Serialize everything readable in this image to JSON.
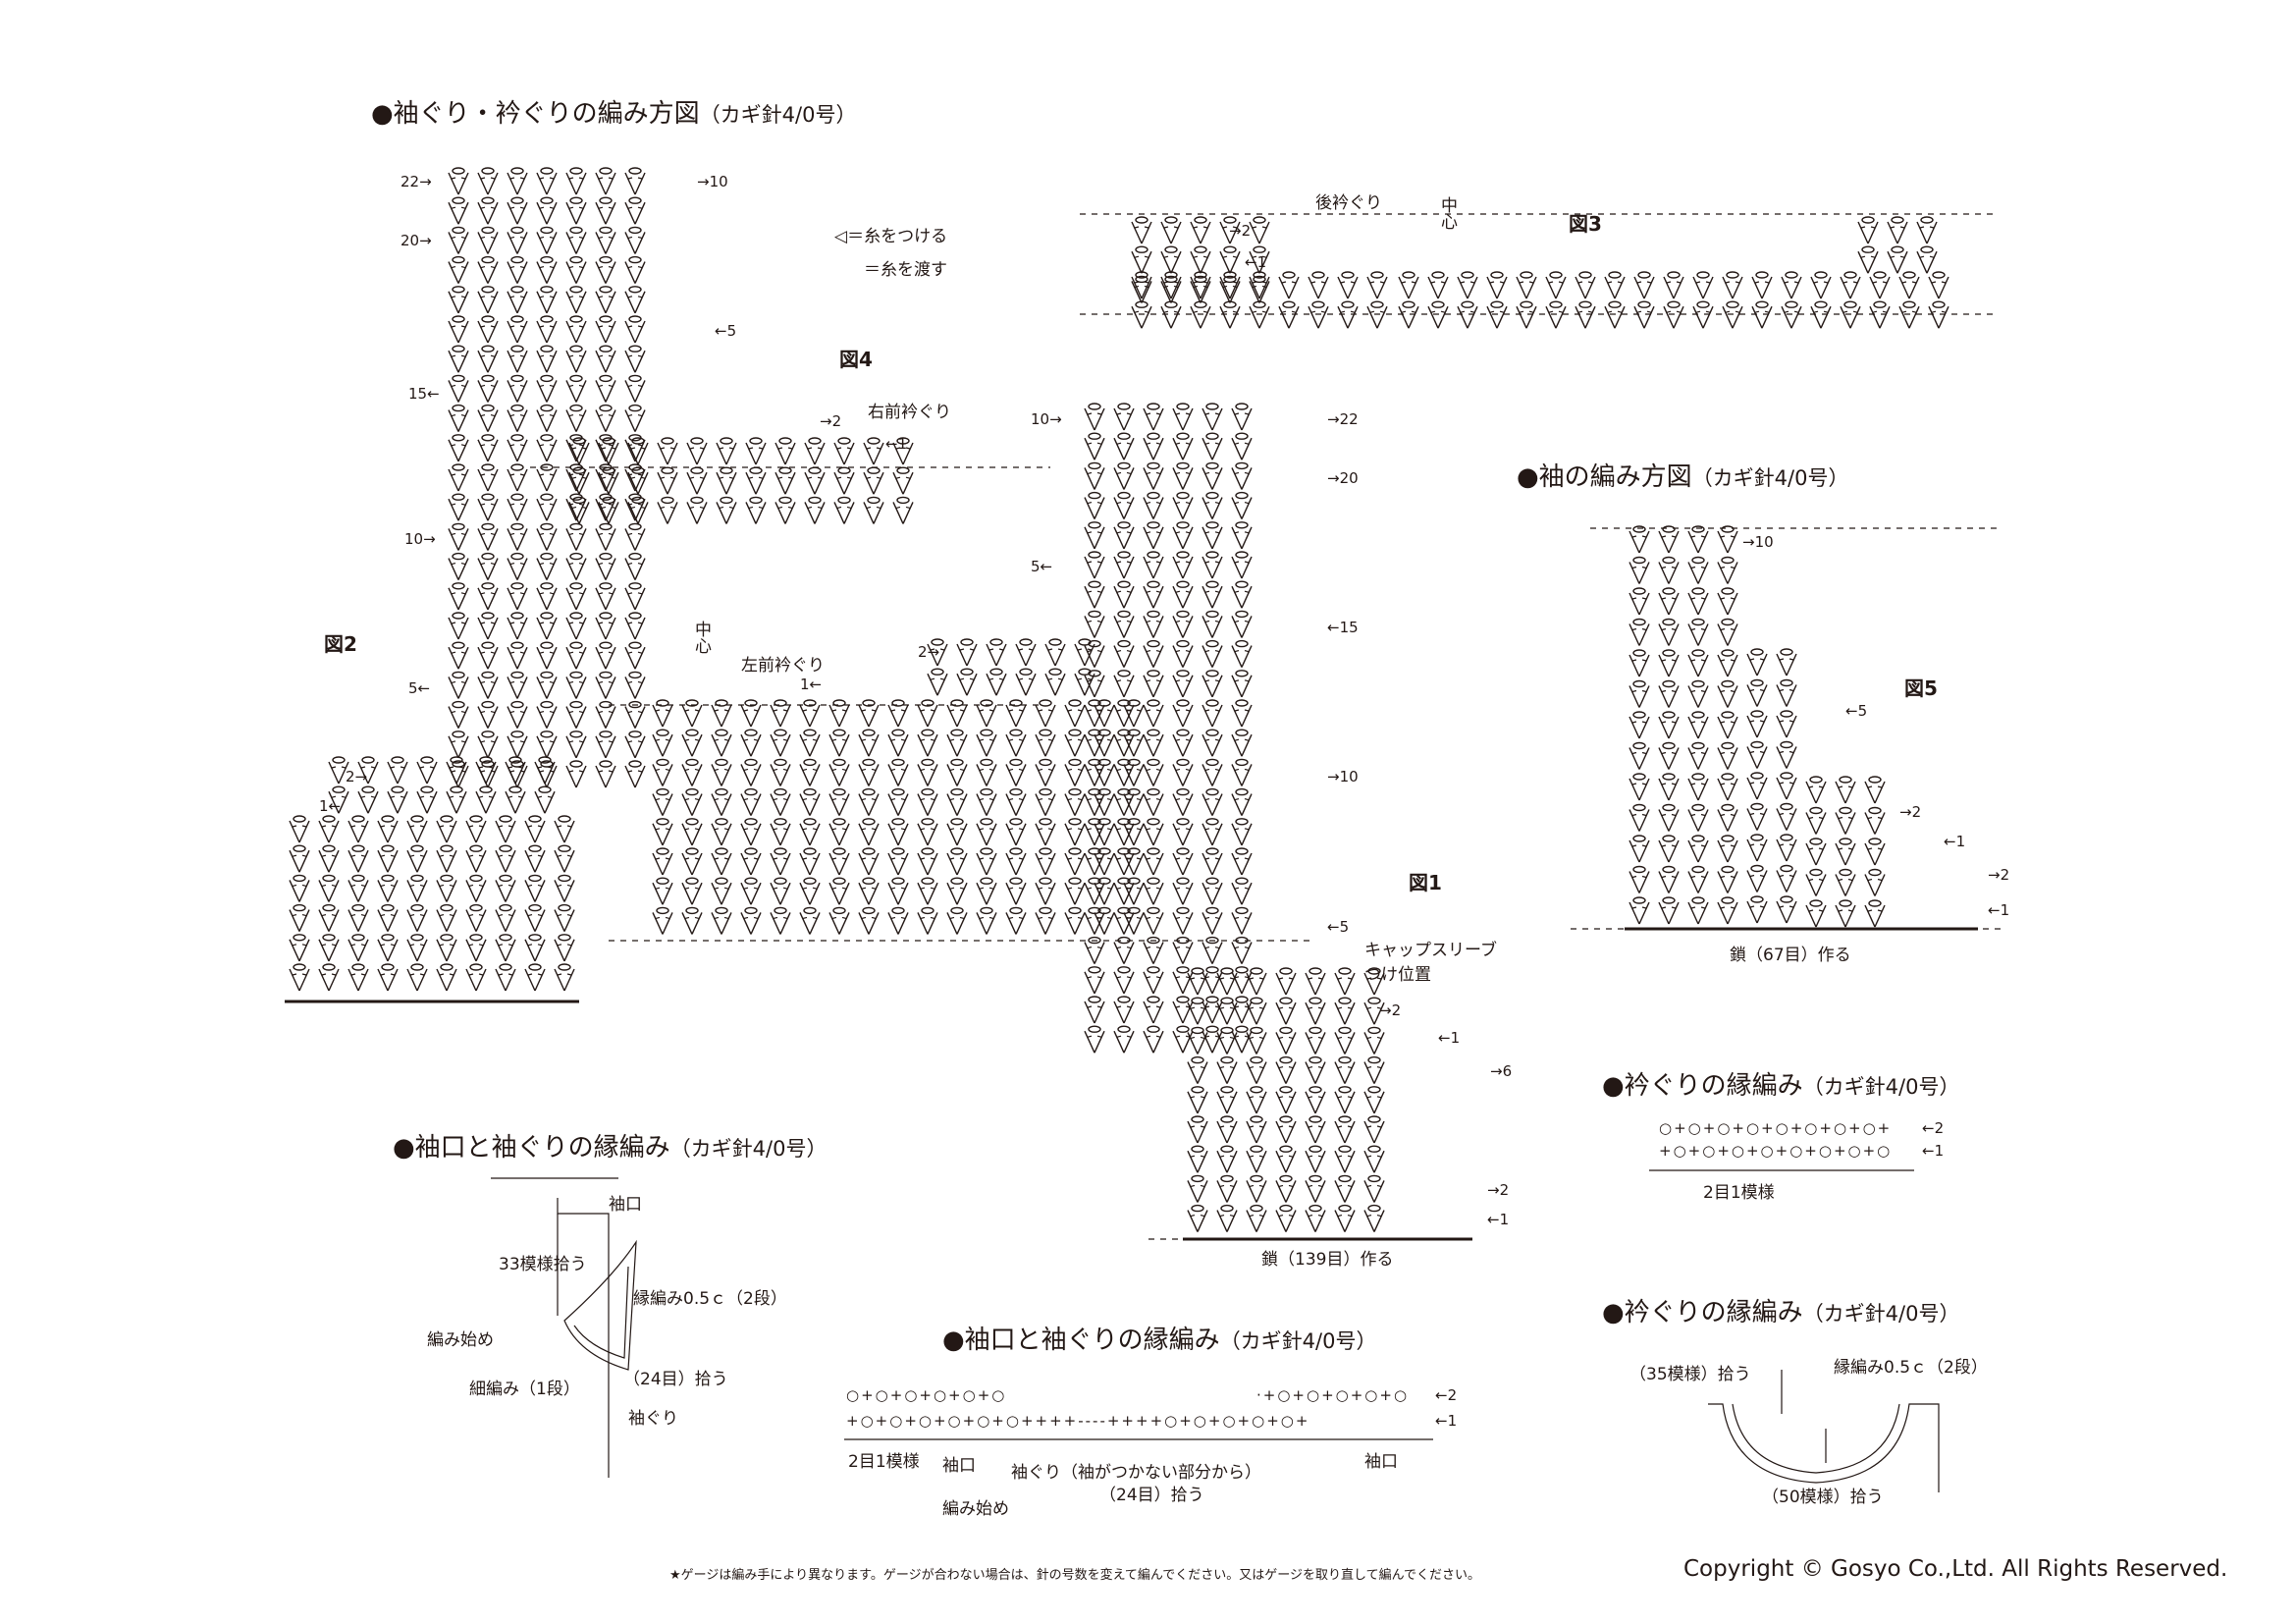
{
  "titles": {
    "armhole_neck": {
      "main": "●袖ぐり・衿ぐりの編み方図",
      "sub": "（カギ針4/0号）"
    },
    "sleeve": {
      "main": "●袖の編み方図",
      "sub": "（カギ針4/0号）"
    },
    "cuff_edging_1": {
      "main": "●袖口と袖ぐりの縁編み",
      "sub": "（カギ針4/0号）"
    },
    "cuff_edging_2": {
      "main": "●袖口と袖ぐりの縁編み",
      "sub": "（カギ針4/0号）"
    },
    "neck_edging_1": {
      "main": "●衿ぐりの縁編み",
      "sub": "（カギ針4/0号）"
    },
    "neck_edging_2": {
      "main": "●衿ぐりの縁編み",
      "sub": "（カギ針4/0号）"
    }
  },
  "legend": {
    "attach": "◁＝糸をつける",
    "cut": "＝糸を渡す"
  },
  "figures": {
    "fig1": "図1",
    "fig2": "図2",
    "fig3": "図3",
    "fig4": "図4",
    "fig5": "図5"
  },
  "labels": {
    "back_neck": "後衿ぐり",
    "center": "中心",
    "center2": "中心",
    "right_front_neck": "右前衿ぐり",
    "left_front_neck": "左前衿ぐり",
    "cap_sleeve": "キャップスリーブ",
    "cap_sleeve_pos": "つけ位置",
    "chain_139": "鎖（139目）作る",
    "chain_67": "鎖（67目）作る",
    "pattern_2_1": "2目1模様",
    "pattern_2_1_b": "2目1模様",
    "cuff": "袖口",
    "cuff_pick": "33模様拾う",
    "edge_05": "縁編み0.5ｃ（2段）",
    "start": "編み始め",
    "sc_1row": "細編み（1段）",
    "pick_24": "（24目）拾う",
    "armhole": "袖ぐり",
    "cuff_b": "袖口",
    "cuff_c": "袖口",
    "start_b": "編み始め",
    "armhole_no_sleeve": "袖ぐり（袖がつかない部分から）",
    "pick_24_b": "（24目）拾う",
    "pick_35": "（35模様）拾う",
    "edge_05_b": "縁編み0.5ｃ（2段）",
    "pick_50": "（50模様）拾う"
  },
  "row_marks": {
    "fig2_22": "22→",
    "fig2_20": "20→",
    "fig2_15": "15←",
    "fig2_10": "10→",
    "fig2_5": "5←",
    "fig2_2": "2→",
    "fig2_1": "1←",
    "fig2_r10": "→10",
    "fig2_r5": "←5",
    "fig4_2": "→2",
    "fig4_1": "←1",
    "fig3_2": "→2",
    "fig3_1": "←1",
    "fig1_l10": "10→",
    "fig1_l5": "5←",
    "fig1_l2": "2→",
    "fig1_l1": "1←",
    "fig1_22": "→22",
    "fig1_20": "→20",
    "fig1_15": "←15",
    "fig1_10": "→10",
    "fig1_5": "←5",
    "fig1_s2": "→2",
    "fig1_s1": "←1",
    "fig1_6": "→6",
    "fig1_b2": "→2",
    "fig1_b1": "←1",
    "fig5_10": "→10",
    "fig5_5": "←5",
    "fig5_2": "→2",
    "fig5_1": "←1",
    "fig5_b2": "→2",
    "fig5_b1": "←1",
    "edge_2": "←2",
    "edge_1": "←1",
    "neck_2": "←2",
    "neck_1": "←1"
  },
  "footer": {
    "note": "★ゲージは編み手により異なります。ゲージが合わない場合は、針の号数を変えて編んでください。又はゲージを取り直して編んでください。",
    "copyright": "Copyright © Gosyo Co.,Ltd. All Rights Reserved."
  }
}
